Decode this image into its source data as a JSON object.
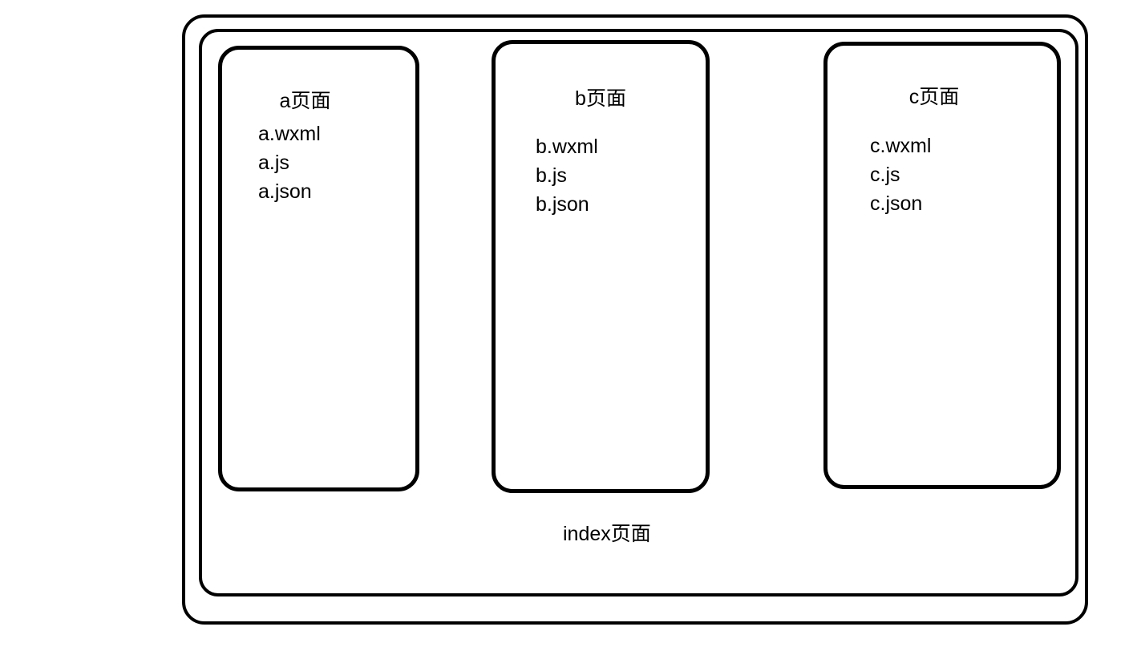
{
  "diagram": {
    "colors": {
      "background": "#ffffff",
      "stroke": "#000000",
      "text": "#000000"
    },
    "root_label": "index页面",
    "pages": [
      {
        "id": "a",
        "title": "a页面",
        "files": [
          "a.wxml",
          "a.js",
          "a.json"
        ]
      },
      {
        "id": "b",
        "title": "b页面",
        "files": [
          "b.wxml",
          "b.js",
          "b.json"
        ]
      },
      {
        "id": "c",
        "title": "c页面",
        "files": [
          "c.wxml",
          "c.js",
          "c.json"
        ]
      }
    ]
  }
}
